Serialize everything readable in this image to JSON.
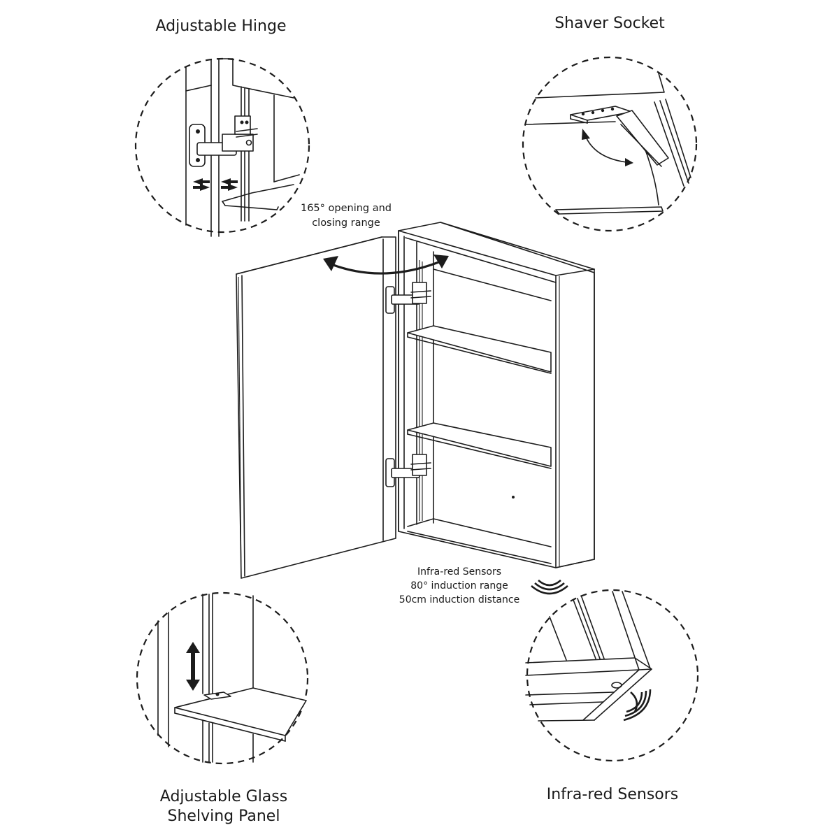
{
  "callouts": {
    "adjustable_hinge": {
      "title": "Adjustable Hinge"
    },
    "shaver_socket": {
      "title": "Shaver Socket"
    },
    "glass_shelving": {
      "title_line1": "Adjustable Glass",
      "title_line2": "Shelving Panel"
    },
    "infrared_sensors": {
      "title": "Infra-red Sensors"
    }
  },
  "annotations": {
    "opening_range": {
      "line1": "165° opening and",
      "line2": "closing range"
    },
    "sensor_spec": {
      "line1": "Infra-red Sensors",
      "line2": "80° induction range",
      "line3": "50cm induction distance"
    }
  },
  "icons": {
    "opening_arc": "double-curved-arrow-icon",
    "sensor_waves": "sensor-wave-icon",
    "shelf_adjust": "vertical-double-arrow-icon",
    "hinge_adjust": "horizontal-adjust-arrows-icon",
    "socket_swing": "curved-double-arrow-icon"
  },
  "colors": {
    "line": "#1c1c1c",
    "background": "#ffffff"
  }
}
